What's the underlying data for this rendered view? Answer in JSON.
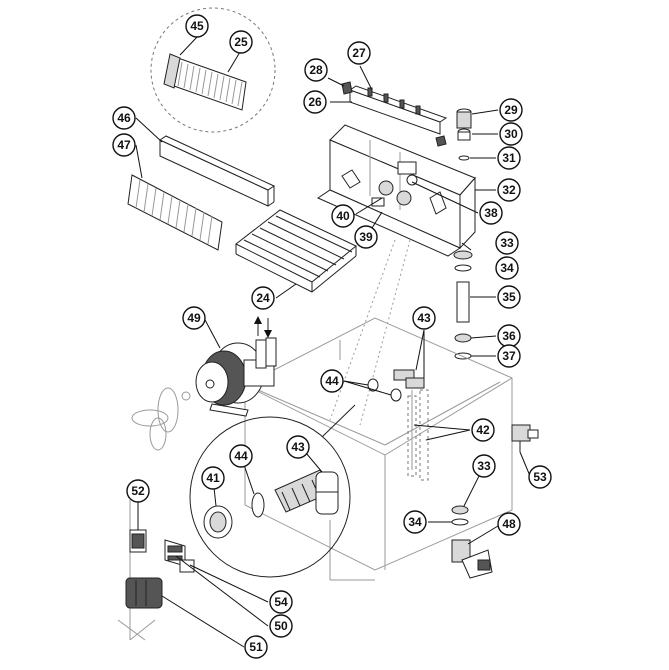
{
  "callouts": [
    {
      "id": "c45",
      "label": "45"
    },
    {
      "id": "c25",
      "label": "25"
    },
    {
      "id": "c27",
      "label": "27"
    },
    {
      "id": "c28",
      "label": "28"
    },
    {
      "id": "c26",
      "label": "26"
    },
    {
      "id": "c29",
      "label": "29"
    },
    {
      "id": "c30",
      "label": "30"
    },
    {
      "id": "c31",
      "label": "31"
    },
    {
      "id": "c46",
      "label": "46"
    },
    {
      "id": "c47",
      "label": "47"
    },
    {
      "id": "c32",
      "label": "32"
    },
    {
      "id": "c38",
      "label": "38"
    },
    {
      "id": "c40",
      "label": "40"
    },
    {
      "id": "c39",
      "label": "39"
    },
    {
      "id": "c33a",
      "label": "33"
    },
    {
      "id": "c34a",
      "label": "34"
    },
    {
      "id": "c24",
      "label": "24"
    },
    {
      "id": "c35",
      "label": "35"
    },
    {
      "id": "c49",
      "label": "49"
    },
    {
      "id": "c43a",
      "label": "43"
    },
    {
      "id": "c36",
      "label": "36"
    },
    {
      "id": "c37",
      "label": "37"
    },
    {
      "id": "c44a",
      "label": "44"
    },
    {
      "id": "c42",
      "label": "42"
    },
    {
      "id": "c43b",
      "label": "43"
    },
    {
      "id": "c44b",
      "label": "44"
    },
    {
      "id": "c53",
      "label": "53"
    },
    {
      "id": "c41",
      "label": "41"
    },
    {
      "id": "c33b",
      "label": "33"
    },
    {
      "id": "c52",
      "label": "52"
    },
    {
      "id": "c34b",
      "label": "34"
    },
    {
      "id": "c48",
      "label": "48"
    },
    {
      "id": "c54",
      "label": "54"
    },
    {
      "id": "c50",
      "label": "50"
    },
    {
      "id": "c51",
      "label": "51"
    }
  ]
}
